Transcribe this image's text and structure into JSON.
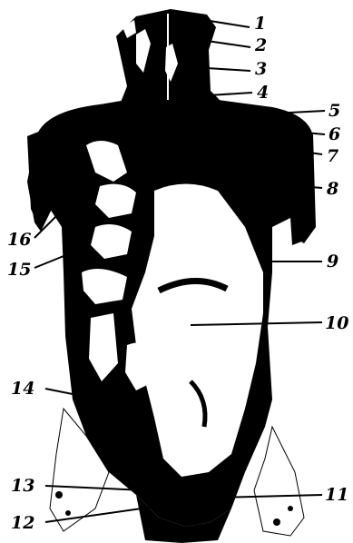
{
  "figure": {
    "labels": [
      "1",
      "2",
      "3",
      "4",
      "5",
      "6",
      "7",
      "8",
      "9",
      "10",
      "11",
      "12",
      "13",
      "14",
      "15",
      "16"
    ]
  },
  "colors": {
    "ink": "#000000",
    "paper": "#ffffff"
  }
}
